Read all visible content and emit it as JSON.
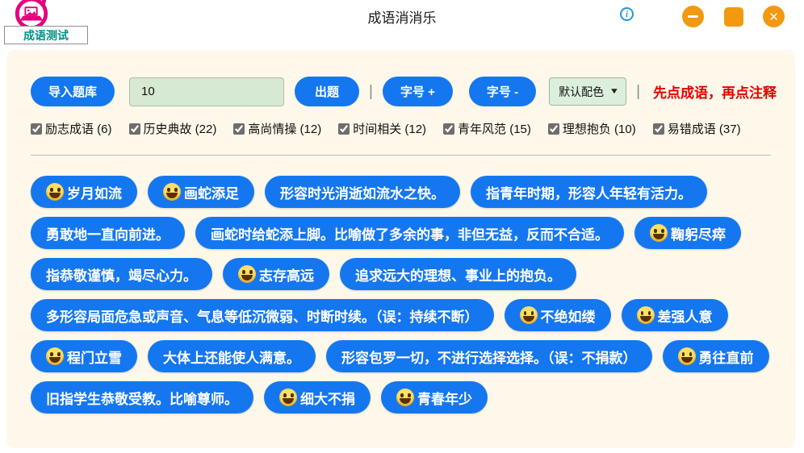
{
  "header": {
    "tab_label": "成语测试",
    "title": "成语消消乐",
    "colors": {
      "logo_pink": "#e5007d",
      "tab_teal": "#00928a",
      "window_orange": "#f2990f",
      "info_blue": "#2795d9"
    }
  },
  "toolbar": {
    "import_button": "导入题库",
    "count_input_value": "10",
    "generate_button": "出题",
    "font_plus_button": "字号 +",
    "font_minus_button": "字号 -",
    "color_scheme_selected": "默认配色",
    "separator": "|",
    "hint_text": "先点成语，再点注释",
    "hint_color": "#e60000"
  },
  "filters": [
    {
      "label": "励志成语 (6)",
      "checked": true
    },
    {
      "label": "历史典故 (22)",
      "checked": true
    },
    {
      "label": "高尚情操 (12)",
      "checked": true
    },
    {
      "label": "时间相关 (12)",
      "checked": true
    },
    {
      "label": "青年风范 (15)",
      "checked": true
    },
    {
      "label": "理想抱负 (10)",
      "checked": true
    },
    {
      "label": "易错成语 (37)",
      "checked": true
    }
  ],
  "board": {
    "tile_color": "#1577f0",
    "rows": [
      [
        {
          "emoji": "😃",
          "text": "岁月如流"
        },
        {
          "emoji": "🤣",
          "text": "画蛇添足"
        },
        {
          "text": "形容时光消逝如流水之快。"
        },
        {
          "text": "指青年时期，形容人年轻有活力。"
        }
      ],
      [
        {
          "text": "勇敢地一直向前进。"
        },
        {
          "text": "画蛇时给蛇添上脚。比喻做了多余的事，非但无益，反而不合适。"
        },
        {
          "emoji": "😄",
          "text": "鞠躬尽瘁"
        }
      ],
      [
        {
          "text": "指恭敬谨慎，竭尽心力。"
        },
        {
          "emoji": "😁",
          "text": "志存高远"
        },
        {
          "text": "追求远大的理想、事业上的抱负。"
        }
      ],
      [
        {
          "text": "多形容局面危急或声音、气息等低沉微弱、时断时续。（误：持续不断）"
        },
        {
          "emoji": "😂",
          "text": "不绝如缕"
        },
        {
          "emoji": "😂",
          "text": "差强人意"
        }
      ],
      [
        {
          "emoji": "😃",
          "text": "程门立雪"
        },
        {
          "text": "大体上还能使人满意。"
        },
        {
          "text": "形容包罗一切，不进行选择选择。（误：不捐款）"
        },
        {
          "emoji": "😄",
          "text": "勇往直前"
        }
      ],
      [
        {
          "text": "旧指学生恭敬受教。比喻尊师。"
        },
        {
          "emoji": "😂",
          "text": "细大不捐"
        },
        {
          "emoji": "😁",
          "text": "青春年少"
        }
      ]
    ]
  }
}
